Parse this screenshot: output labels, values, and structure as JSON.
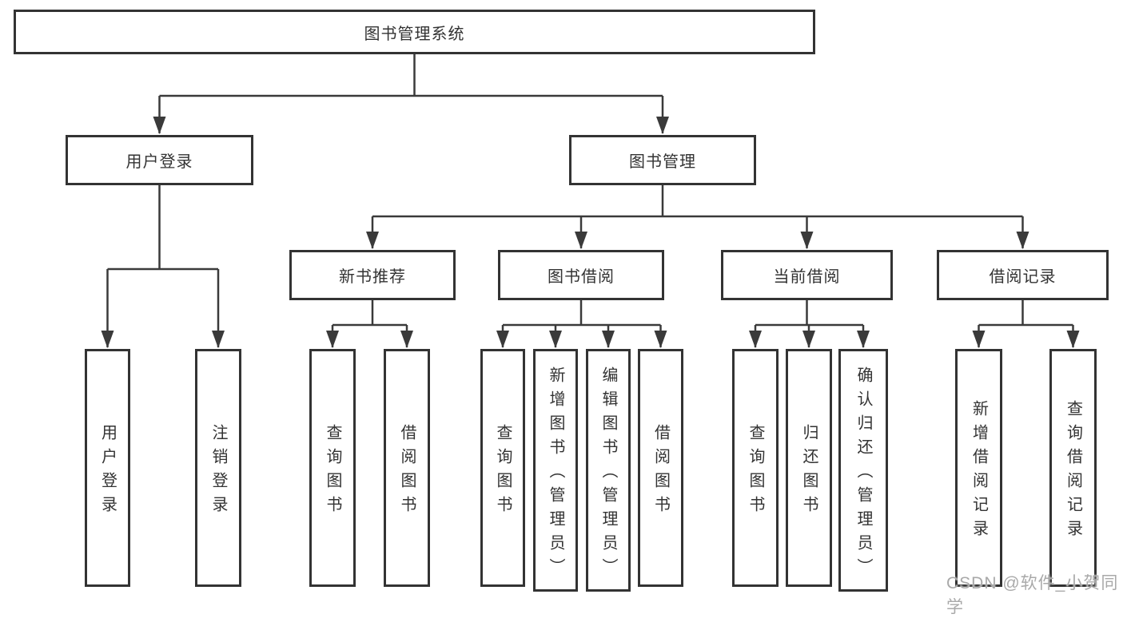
{
  "diagram": {
    "root": {
      "label": "图书管理系统"
    },
    "level2": [
      {
        "label": "用户登录",
        "children": [
          {
            "label": "用户登录"
          },
          {
            "label": "注销登录"
          }
        ]
      },
      {
        "label": "图书管理",
        "children": [
          {
            "label": "新书推荐",
            "children": [
              {
                "label": "查询图书"
              },
              {
                "label": "借阅图书"
              }
            ]
          },
          {
            "label": "图书借阅",
            "children": [
              {
                "label": "查询图书"
              },
              {
                "label": "新增图书（管理员）"
              },
              {
                "label": "编辑图书（管理员）"
              },
              {
                "label": "借阅图书"
              }
            ]
          },
          {
            "label": "当前借阅",
            "children": [
              {
                "label": "查询图书"
              },
              {
                "label": "归还图书"
              },
              {
                "label": "确认归还（管理员）"
              }
            ]
          },
          {
            "label": "借阅记录",
            "children": [
              {
                "label": "新增借阅记录"
              },
              {
                "label": "查询借阅记录"
              }
            ]
          }
        ]
      }
    ]
  },
  "colors": {
    "line": "#3a3a3a",
    "border": "#333333",
    "text": "#333333",
    "watermark": "#a9a9a9"
  },
  "watermark": {
    "text": "CSDN @软件_小贺同学"
  }
}
